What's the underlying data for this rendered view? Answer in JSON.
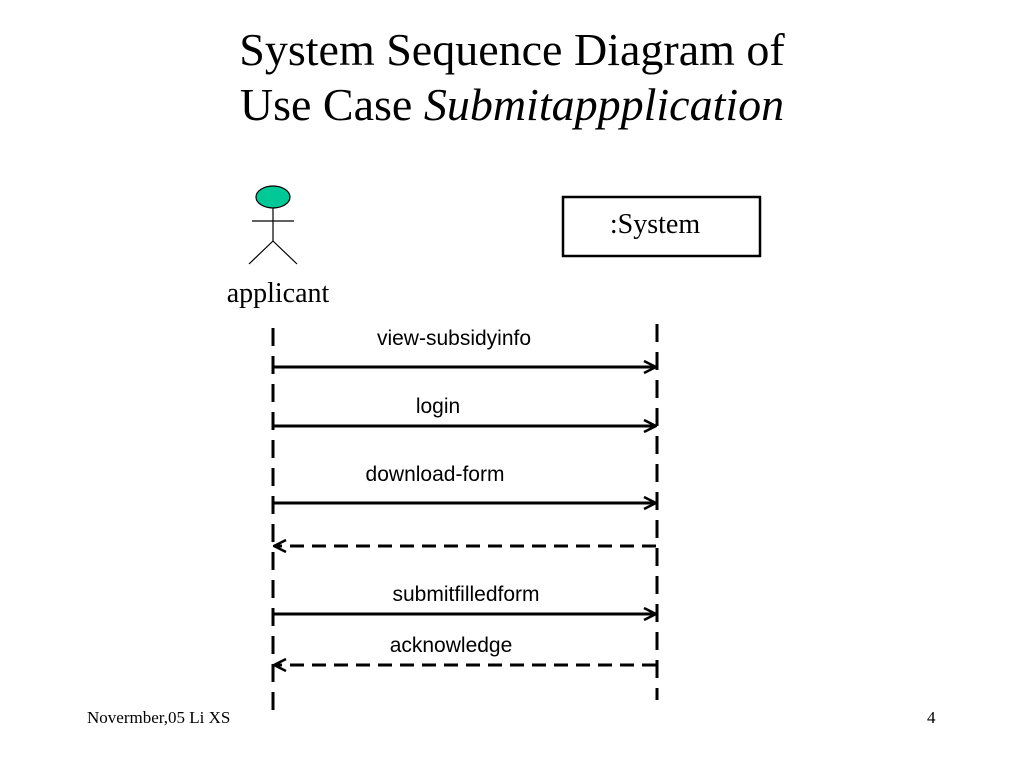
{
  "title": {
    "line1": "System Sequence Diagram of",
    "line2_prefix": "Use Case ",
    "line2_italic": "Submitappplication"
  },
  "actor": {
    "label": "applicant",
    "head_color": "#00C896"
  },
  "system": {
    "label": ":System"
  },
  "messages": [
    {
      "label": "view-subsidyinfo",
      "direction": "to-system",
      "style": "solid"
    },
    {
      "label": "login",
      "direction": "to-system",
      "style": "solid"
    },
    {
      "label": "download-form",
      "direction": "to-system",
      "style": "solid"
    },
    {
      "label": "",
      "direction": "to-actor",
      "style": "dashed"
    },
    {
      "label": "submitfilledform",
      "direction": "to-system",
      "style": "solid"
    },
    {
      "label": "acknowledge",
      "direction": "to-actor",
      "style": "dashed"
    }
  ],
  "footer": {
    "left": "Novermber,05 Li XS",
    "right": "4"
  }
}
